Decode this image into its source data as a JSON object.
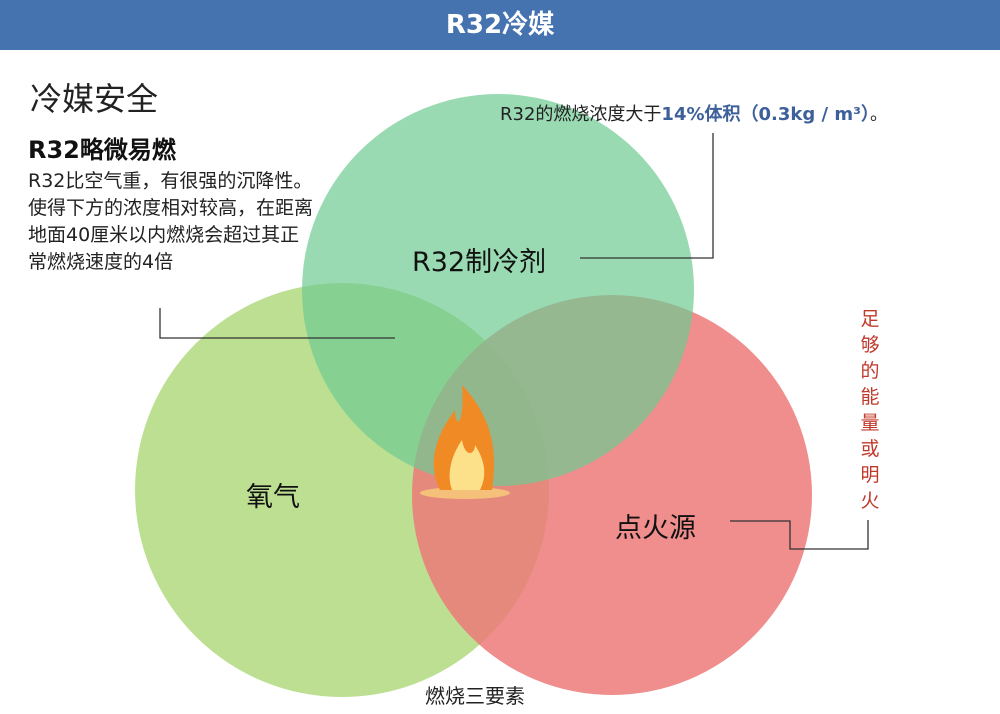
{
  "header": {
    "title": "R32冷媒"
  },
  "section_title": "冷媒安全",
  "subtitle": "R32略微易燃",
  "description": "R32比空气重，有很强的沉降性。使得下方的浓度相对较高，在距离地面40厘米以内燃烧会超过其正常燃烧速度的4倍",
  "note": {
    "prefix": "R32的燃烧浓度大于",
    "highlight": "14%体积（0.3kg / m³）",
    "suffix": "。"
  },
  "venn": {
    "refrigerant": "R32制冷剂",
    "oxygen": "氧气",
    "ignition": "点火源",
    "ignition_note": "足够的能量或明火",
    "caption": "燃烧三要素",
    "colors": {
      "refrigerant": "#6fcb93",
      "oxygen": "#b5dc86",
      "ignition": "#ec7a78",
      "header": "#4473b0"
    }
  }
}
